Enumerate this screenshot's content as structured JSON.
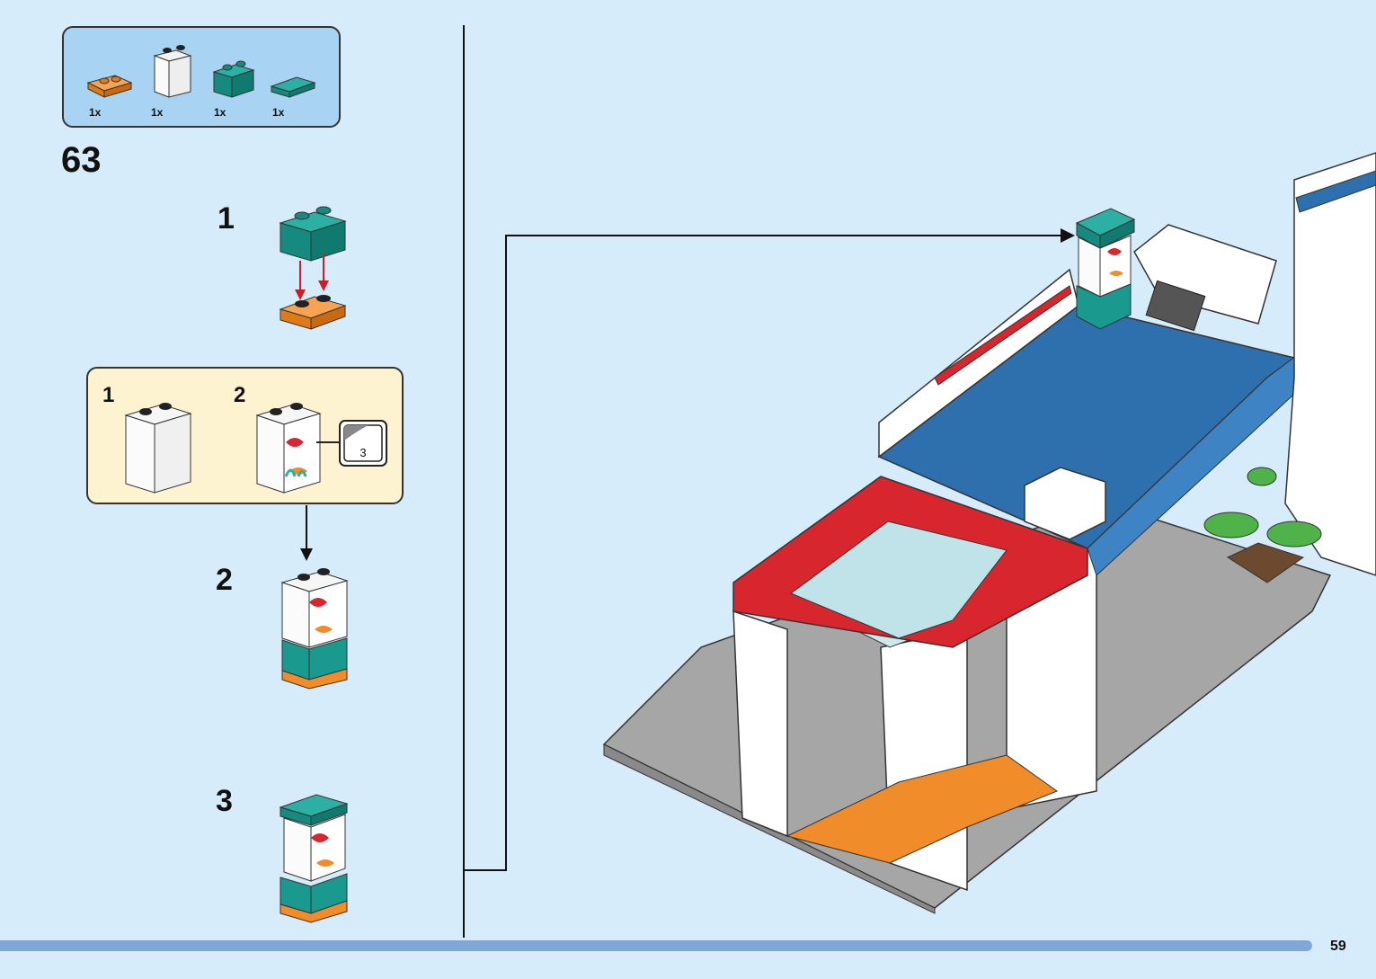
{
  "parts_list": {
    "items": [
      {
        "icon": "orange-plate-1x2-icon",
        "qty": "1x",
        "color": "#f08c2a"
      },
      {
        "icon": "transparent-panel-1x2x2-icon",
        "qty": "1x",
        "color": "#ffffff"
      },
      {
        "icon": "teal-brick-1x2-icon",
        "qty": "1x",
        "color": "#1a9a8e"
      },
      {
        "icon": "teal-tile-1x2-icon",
        "qty": "1x",
        "color": "#1a9a8e"
      }
    ]
  },
  "step": {
    "number": "63",
    "substeps": [
      "1",
      "2",
      "3"
    ],
    "sub_assembly": {
      "steps": [
        "1",
        "2"
      ],
      "sticker_number": "3"
    }
  },
  "page_number": "59",
  "colors": {
    "background": "#d6ecfa",
    "parts_box": "#a9d3f2",
    "sub_box": "#fdf3d0",
    "footer_bar": "#7fa8d9",
    "teal": "#1a9a8e",
    "orange": "#f08c2a",
    "red": "#d8262e",
    "blue": "#2e6fae",
    "gray": "#a6a6a6"
  }
}
